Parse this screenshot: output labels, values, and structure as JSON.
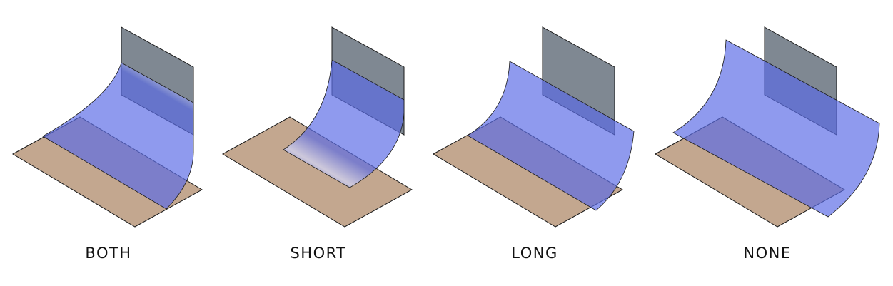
{
  "panels": [
    {
      "label": "BOTH"
    },
    {
      "label": "SHORT"
    },
    {
      "label": "LONG"
    },
    {
      "label": "NONE"
    }
  ],
  "colors": {
    "floor": "#c3a78f",
    "wall": "#7f8892",
    "sheet": "#5a6be6",
    "sheet_highlight": "#d3d9ff",
    "outline": "#1a1a1a"
  }
}
